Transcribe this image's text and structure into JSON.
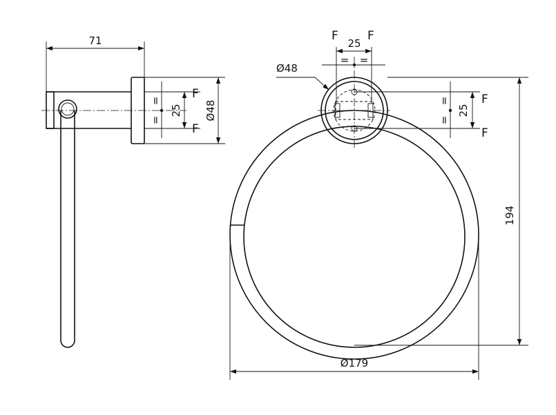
{
  "dimensions": {
    "side_length": "71",
    "side_spacing": "25",
    "side_diameter": "Ø48",
    "equal_mark": "=",
    "fixing_mark": "F",
    "top_spacing": "25",
    "front_rosette_diameter": "Ø48",
    "front_spacing": "25",
    "ring_diameter": "Ø179",
    "total_height": "194"
  }
}
